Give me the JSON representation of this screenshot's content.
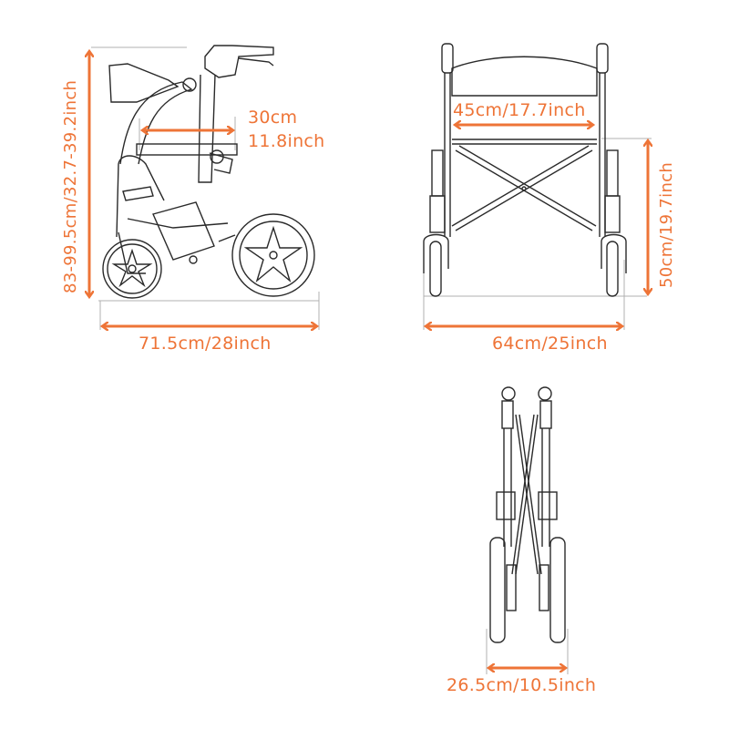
{
  "colors": {
    "accent": "#ee7437",
    "line": "#2a2a2a",
    "guide": "#b0b0b0"
  },
  "views": {
    "side": {
      "height_label": "83-99.5cm/32.7-39.2inch",
      "seat_depth_label_cm": "30cm",
      "seat_depth_label_in": "11.8inch",
      "length_label": "71.5cm/28inch"
    },
    "front": {
      "seat_width_label": "45cm/17.7inch",
      "seat_height_label": "50cm/19.7inch",
      "width_label": "64cm/25inch"
    },
    "folded": {
      "folded_width_label": "26.5cm/10.5inch"
    }
  }
}
